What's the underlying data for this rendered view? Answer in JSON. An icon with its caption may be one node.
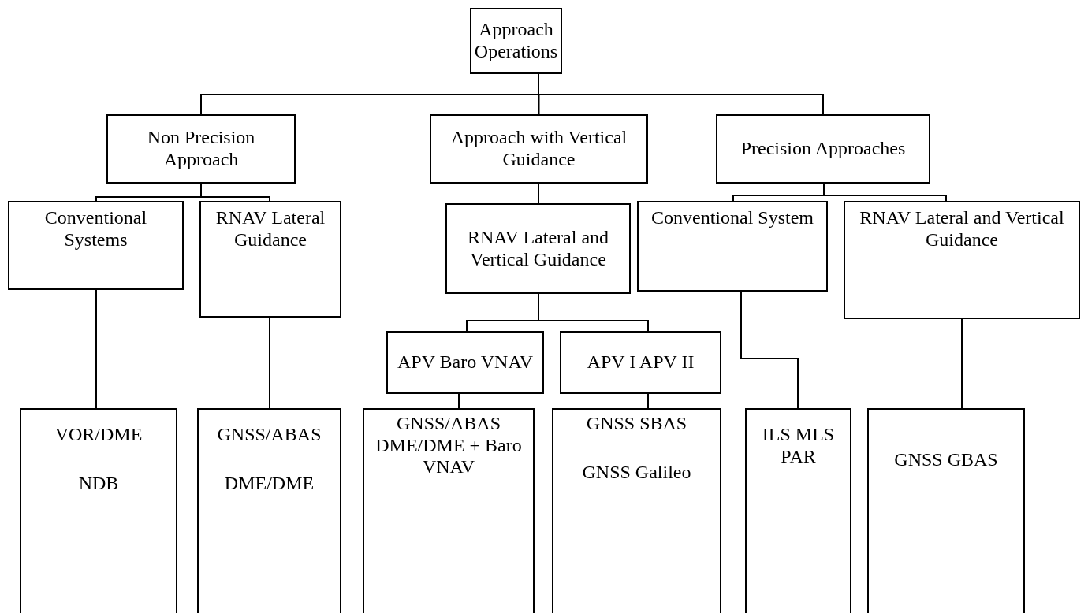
{
  "diagram": {
    "nodes": [
      {
        "text": [
          "Approach Operations"
        ]
      },
      {
        "text": [
          "Non Precision Approach"
        ]
      },
      {
        "text": [
          "Approach with Vertical Guidance"
        ]
      },
      {
        "text": [
          "Precision Approaches"
        ]
      },
      {
        "text": [
          "Conventional Systems"
        ]
      },
      {
        "text": [
          "RNAV Lateral Guidance"
        ]
      },
      {
        "text": [
          "RNAV Lateral and Vertical Guidance"
        ]
      },
      {
        "text": [
          "Conventional System"
        ]
      },
      {
        "text": [
          "RNAV Lateral and Vertical Guidance"
        ]
      },
      {
        "text": [
          "APV Baro VNAV"
        ]
      },
      {
        "text": [
          "APV I APV II"
        ]
      },
      {
        "text": [
          "VOR/DME",
          "NDB"
        ]
      },
      {
        "text": [
          "GNSS/ABAS",
          "DME/DME"
        ]
      },
      {
        "text": [
          "GNSS/ABAS DME/DME + Baro VNAV"
        ]
      },
      {
        "text": [
          "GNSS SBAS",
          "GNSS Galileo"
        ]
      },
      {
        "text": [
          "ILS MLS PAR"
        ]
      },
      {
        "text": [
          "GNSS GBAS"
        ]
      }
    ],
    "edges": [
      {
        "from": 0,
        "to": 1,
        "arrow": "none"
      },
      {
        "from": 0,
        "to": 2,
        "arrow": "none"
      },
      {
        "from": 0,
        "to": 3,
        "arrow": "none"
      },
      {
        "from": 1,
        "to": 4,
        "arrow": "none"
      },
      {
        "from": 1,
        "to": 5,
        "arrow": "none"
      },
      {
        "from": 2,
        "to": 6,
        "arrow": "none"
      },
      {
        "from": 3,
        "to": 7,
        "arrow": "none"
      },
      {
        "from": 3,
        "to": 8,
        "arrow": "none"
      },
      {
        "from": 6,
        "to": 9,
        "arrow": "none"
      },
      {
        "from": 6,
        "to": 10,
        "arrow": "none"
      },
      {
        "from": 4,
        "to": 11,
        "arrow": "none"
      },
      {
        "from": 5,
        "to": 12,
        "arrow": "none"
      },
      {
        "from": 9,
        "to": 13,
        "arrow": "none"
      },
      {
        "from": 10,
        "to": 14,
        "arrow": "none"
      },
      {
        "from": 7,
        "to": 15,
        "arrow": "none"
      },
      {
        "from": 8,
        "to": 16,
        "arrow": "none"
      }
    ]
  }
}
